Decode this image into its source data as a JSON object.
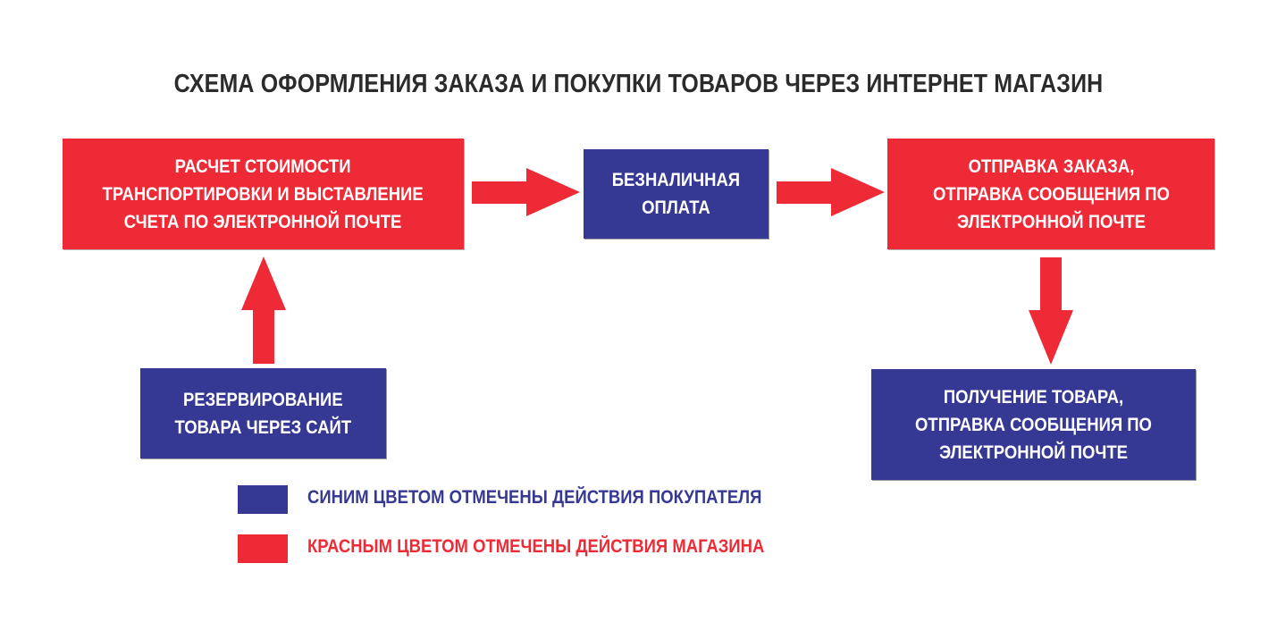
{
  "title": "СХЕМА ОФОРМЛЕНИЯ ЗАКАЗА И ПОКУПКИ ТОВАРОВ ЧЕРЕЗ ИНТЕРНЕТ МАГАЗИН",
  "steps": {
    "calc": {
      "lines": [
        "РАСЧЕТ СТОИМОСТИ",
        "ТРАНСПОРТИРОВКИ И ВЫСТАВЛЕНИЕ",
        "СЧЕТА ПО ЭЛЕКТРОННОЙ ПОЧТЕ"
      ],
      "color": "#ee2a36"
    },
    "payment": {
      "lines": [
        "БЕЗНАЛИЧНАЯ",
        "ОПЛАТА"
      ],
      "color": "#363993"
    },
    "shipping": {
      "lines": [
        "ОТПРАВКА ЗАКАЗА,",
        "ОТПРАВКА СООБЩЕНИЯ ПО",
        "ЭЛЕКТРОННОЙ ПОЧТЕ"
      ],
      "color": "#ee2a36"
    },
    "reserve": {
      "lines": [
        "РЕЗЕРВИРОВАНИЕ",
        "ТОВАРА ЧЕРЕЗ САЙТ"
      ],
      "color": "#363993"
    },
    "receive": {
      "lines": [
        "ПОЛУЧЕНИЕ ТОВАРА,",
        "ОТПРАВКА СООБЩЕНИЯ ПО",
        "ЭЛЕКТРОННОЙ ПОЧТЕ"
      ],
      "color": "#363993"
    }
  },
  "legend": {
    "buyer": {
      "text": "СИНИМ ЦВЕТОМ ОТМЕЧЕНЫ ДЕЙСТВИЯ ПОКУПАТЕЛЯ",
      "color": "#363993"
    },
    "store": {
      "text": "КРАСНЫМ ЦВЕТОМ ОТМЕЧЕНЫ ДЕЙСТВИЯ МАГАЗИНА",
      "color": "#ee2a36"
    }
  },
  "colors": {
    "arrow": "#ee2a36",
    "title": "#2b2b2b"
  }
}
